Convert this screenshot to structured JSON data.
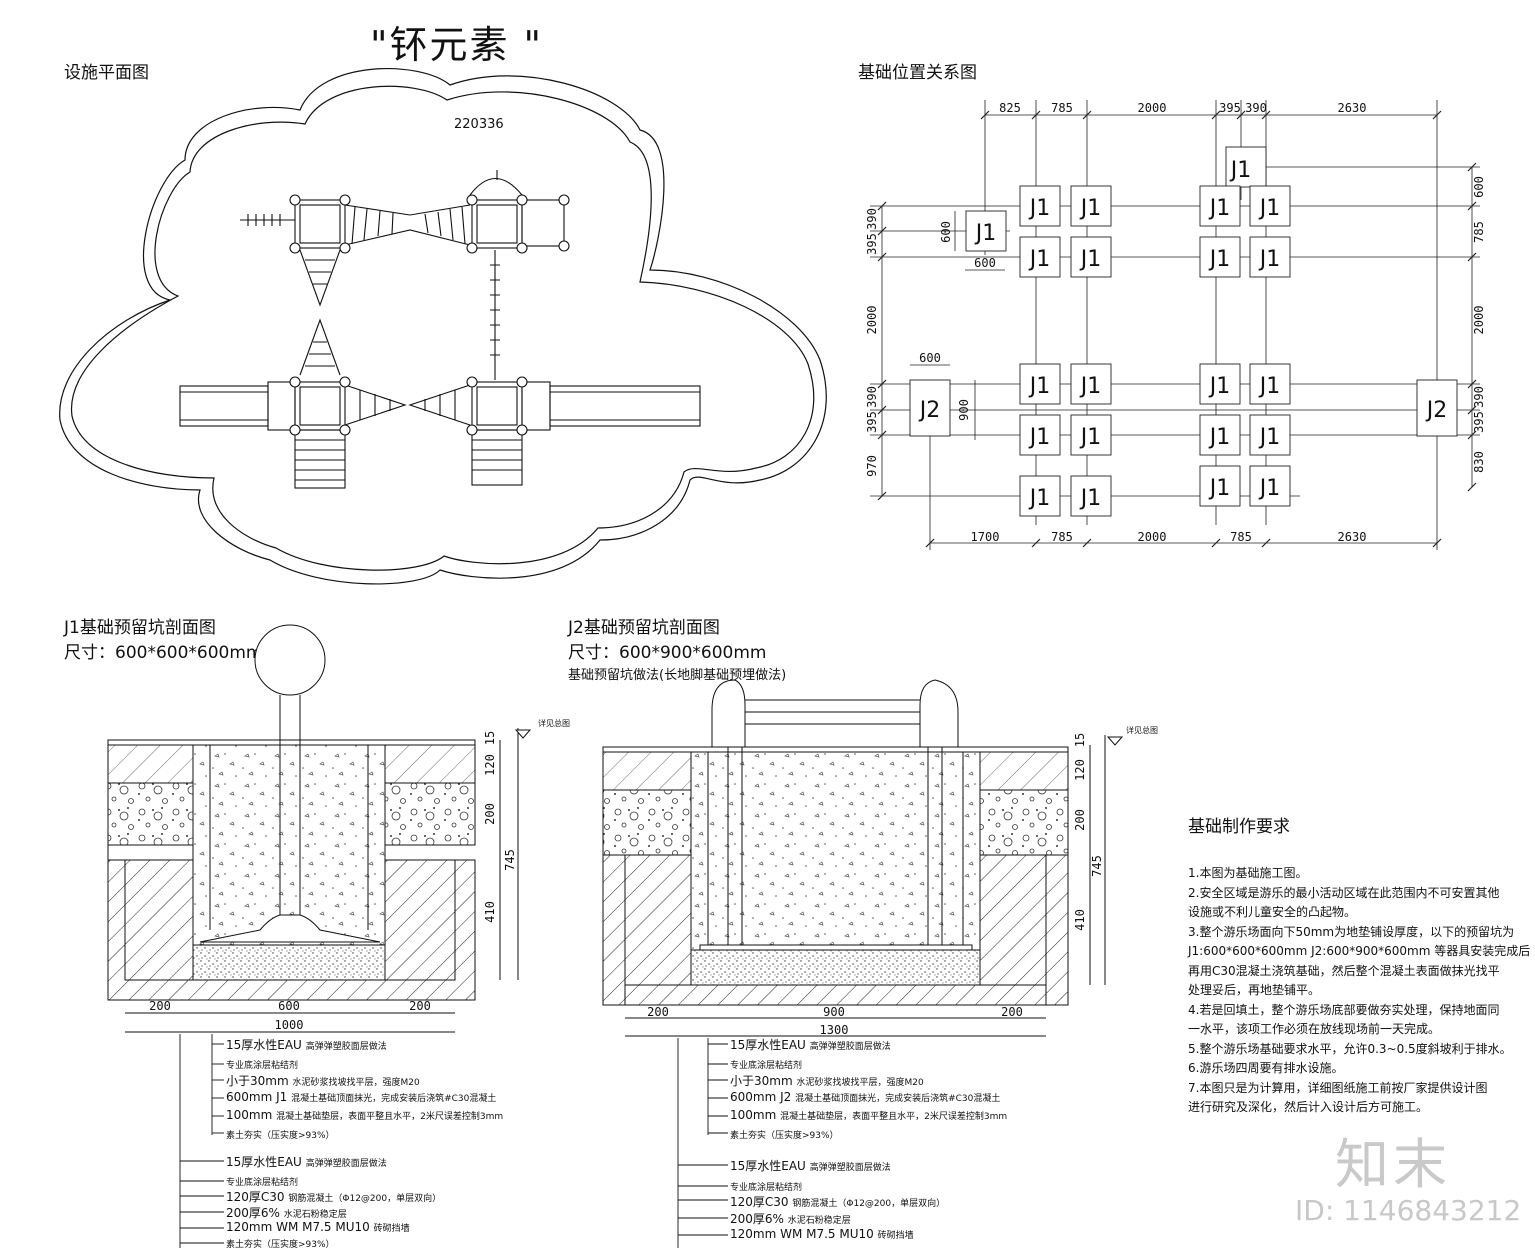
{
  "title": "\"钚元素 \"",
  "plan": {
    "heading": "设施平面图",
    "model_code": "220336"
  },
  "foundation_layout": {
    "heading": "基础位置关系图",
    "top_dims": [
      "825",
      "785",
      "2000",
      "395",
      "390",
      "2630"
    ],
    "bottom_dims": [
      "1700",
      "785",
      "2000",
      "785",
      "2630"
    ],
    "left_dims": [
      "395",
      "390",
      "2000",
      "395",
      "390",
      "970"
    ],
    "right_dims": [
      "600",
      "785",
      "2000",
      "395",
      "390",
      "830"
    ],
    "j1_size_w": "600",
    "j1_size_h": "600",
    "j2_size_w": "600",
    "j2_size_h": "900",
    "label_j1": "J1",
    "label_j2": "J2"
  },
  "section_j1": {
    "heading": "J1基础预留坑剖面图",
    "size": "尺寸：600*600*600mm",
    "ground_label": "详见总图",
    "vert_dims": [
      "15",
      "120",
      "200",
      "410",
      "745"
    ],
    "horiz_dims": [
      "200",
      "600",
      "200"
    ],
    "total_dim": "1000",
    "callouts_upper": [
      {
        "main": "15厚水性EAU",
        "small": "高弹弹塑胶面层做法"
      },
      {
        "main": "",
        "small": "专业底涂层粘结剂"
      },
      {
        "main": "小于30mm",
        "small": "水泥砂浆找坡找平层，强度M20"
      },
      {
        "main": "600mm  J1",
        "small": "混凝土基础顶面抹光，完成安装后浇筑#C30混凝土"
      },
      {
        "main": "100mm",
        "small": "混凝土基础垫层，表面平整且水平，2米尺误差控制3mm"
      },
      {
        "main": "",
        "small": "素土夯实（压实度>93%）"
      }
    ],
    "callouts_lower": [
      {
        "main": "15厚水性EAU",
        "small": "高弹弹塑胶面层做法"
      },
      {
        "main": "",
        "small": "专业底涂层粘结剂"
      },
      {
        "main": "120厚C30",
        "small": "钢筋混凝土（Φ12@200，单层双向）"
      },
      {
        "main": "200厚6%",
        "small": "水泥石粉稳定层"
      },
      {
        "main": "120mm  WM  M7.5  MU10",
        "small": "砖砌挡墙"
      },
      {
        "main": "",
        "small": "素土夯实（压实度>93%）"
      }
    ]
  },
  "section_j2": {
    "heading": "J2基础预留坑剖面图",
    "size": "尺寸：600*900*600mm",
    "note": "基础预留坑做法(长地脚基础预埋做法)",
    "ground_label": "详见总图",
    "vert_dims": [
      "15",
      "120",
      "200",
      "410",
      "745"
    ],
    "horiz_dims": [
      "200",
      "900",
      "200"
    ],
    "total_dim": "1300",
    "callouts_upper": [
      {
        "main": "15厚水性EAU",
        "small": "高弹弹塑胶面层做法"
      },
      {
        "main": "",
        "small": "专业底涂层粘结剂"
      },
      {
        "main": "小于30mm",
        "small": "水泥砂浆找坡找平层，强度M20"
      },
      {
        "main": "600mm  J2",
        "small": "混凝土基础顶面抹光，完成安装后浇筑#C30混凝土"
      },
      {
        "main": "100mm",
        "small": "混凝土基础垫层，表面平整且水平，2米尺误差控制3mm"
      },
      {
        "main": "",
        "small": "素土夯实（压实度>93%）"
      }
    ],
    "callouts_lower": [
      {
        "main": "15厚水性EAU",
        "small": "高弹弹塑胶面层做法"
      },
      {
        "main": "",
        "small": "专业底涂层粘结剂"
      },
      {
        "main": "120厚C30",
        "small": "钢筋混凝土（Φ12@200，单层双向）"
      },
      {
        "main": "200厚6%",
        "small": "水泥石粉稳定层"
      },
      {
        "main": "120mm  WM  M7.5  MU10",
        "small": "砖砌挡墙"
      }
    ]
  },
  "requirements": {
    "heading": "基础制作要求",
    "items": [
      "1.本图为基础施工图。",
      "2.安全区域是游乐的最小活动区域在此范围内不可安置其他",
      "  设施或不利儿童安全的凸起物。",
      "3.整个游乐场面向下50mm为地垫铺设厚度，以下的预留坑为",
      "  J1:600*600*600mm  J2:600*900*600mm 等器具安装完成后",
      "  再用C30混凝土浇筑基础，然后整个混凝土表面做抹光找平",
      "  处理妥后，再地垫铺平。",
      "4.若是回填土，整个游乐场底部要做夯实处理，保持地面同",
      "  一水平，该项工作必须在放线现场前一天完成。",
      "5.整个游乐场基础要求水平，允许0.3~0.5度斜坡利于排水。",
      "6.游乐场四周要有排水设施。",
      "7.本图只是为计算用，详细图纸施工前按厂家提供设计图",
      "  进行研究及深化，然后计入设计后方可施工。"
    ]
  },
  "watermark": {
    "logo": "知末",
    "id": "ID: 1146843212"
  }
}
